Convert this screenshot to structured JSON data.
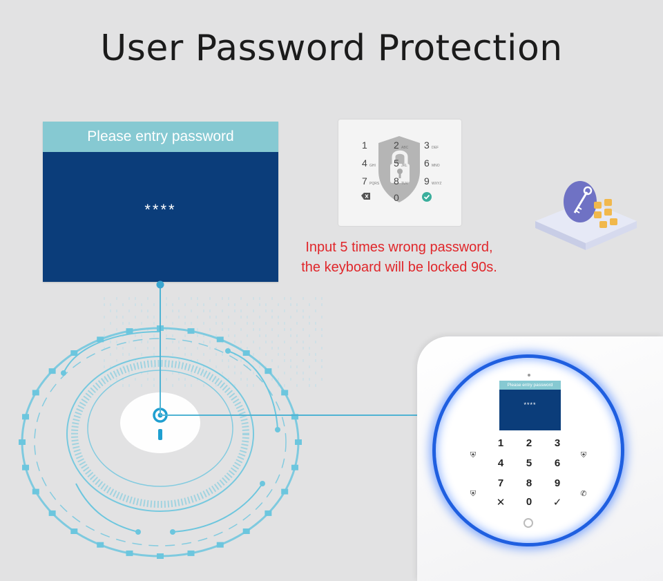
{
  "title": "User Password Protection",
  "screen": {
    "header": "Please entry password",
    "stars": "****"
  },
  "keypad": {
    "keys": [
      {
        "num": "1",
        "sub": ""
      },
      {
        "num": "2",
        "sub": "ABC"
      },
      {
        "num": "3",
        "sub": "DEF"
      },
      {
        "num": "4",
        "sub": "GHI"
      },
      {
        "num": "5",
        "sub": "JKL"
      },
      {
        "num": "6",
        "sub": "MNO"
      },
      {
        "num": "7",
        "sub": "PQRS"
      },
      {
        "num": "8",
        "sub": "TUV"
      },
      {
        "num": "9",
        "sub": "WXYZ"
      },
      {
        "num": "0",
        "sub": ""
      }
    ],
    "backspace_icon": "backspace-icon",
    "confirm_icon": "check-circle-icon",
    "lock_icon": "lock-shield-icon"
  },
  "warning": {
    "line1": "Input 5 times wrong password,",
    "line2": "the keyboard will be locked 90s."
  },
  "device": {
    "screen_header": "Please entry password",
    "screen_stars": "****",
    "keys": [
      "1",
      "2",
      "3",
      "4",
      "5",
      "6",
      "7",
      "8",
      "9",
      "✕",
      "0",
      "✓"
    ],
    "side_icons": [
      "home-shield-icon",
      "away-shield-icon",
      "disarm-shield-icon",
      "phone-icon"
    ]
  },
  "colors": {
    "panel_blue": "#0b3d7a",
    "header_teal": "#86c9d2",
    "warning_red": "#e0262a",
    "ring_blue": "#1f5fe0",
    "circuit_cyan": "#6cc6de"
  }
}
